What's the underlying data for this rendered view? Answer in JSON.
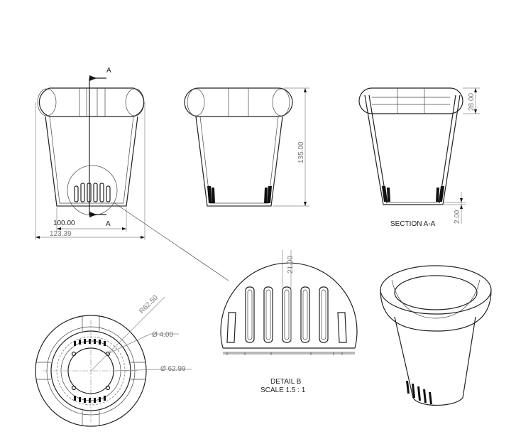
{
  "labels": {
    "section_arrow_top": "A",
    "section_arrow_bottom": "A",
    "section_title": "SECTION A-A",
    "detail_title": "DETAIL B",
    "detail_scale": "SCALE 1.5 : 1"
  },
  "dimensions": {
    "bottom_width": "100.00",
    "top_width": "123.39",
    "height": "135.00",
    "rim_height": "28.00",
    "base_thickness": "2.00",
    "slot_height": "21.00",
    "rim_radius": "R62.50",
    "hole_diameter": "Ø 4.00",
    "inner_diameter": "Ø 62.99"
  }
}
